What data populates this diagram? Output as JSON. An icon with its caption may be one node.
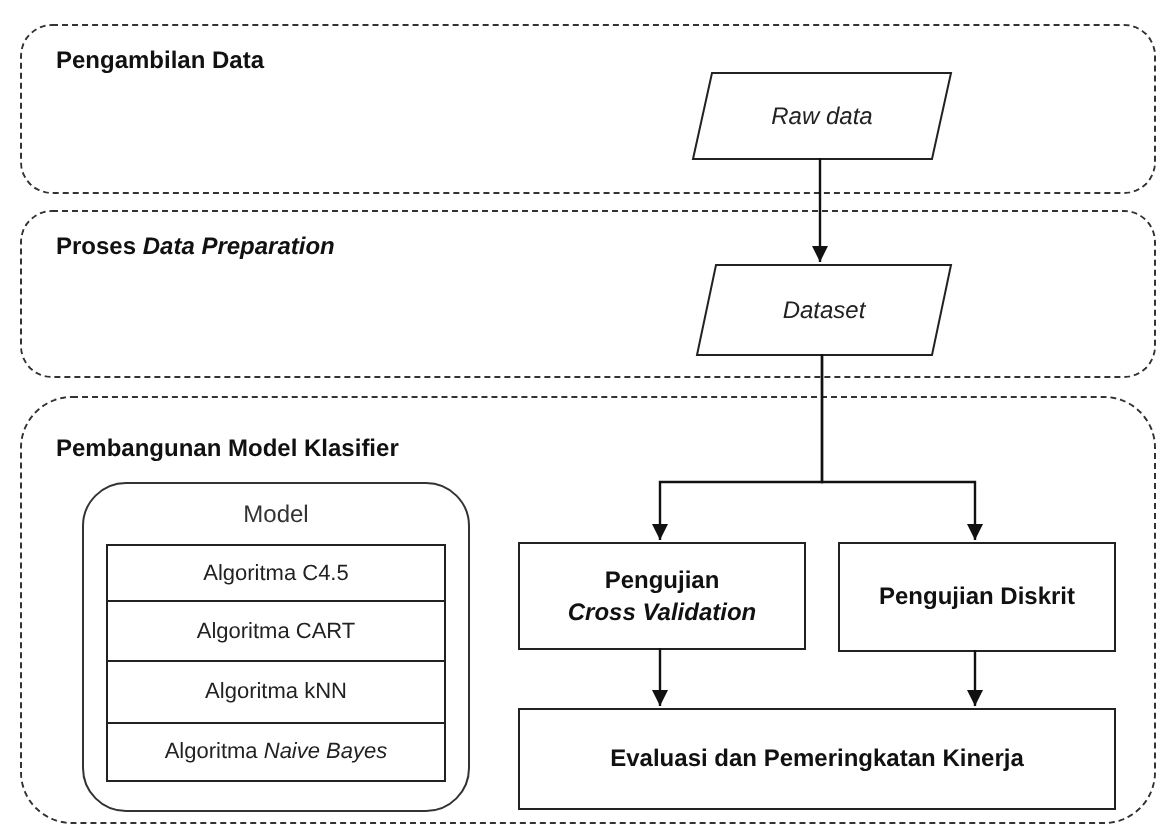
{
  "diagram": {
    "nodes": [
      {
        "text": [
          "Pengambilan Data"
        ]
      },
      {
        "text": [
          "Raw data"
        ],
        "in": 0
      },
      {
        "text": [
          "Proses *Data Preparation*"
        ]
      },
      {
        "text": [
          "Dataset"
        ],
        "in": 2
      },
      {
        "text": [
          "Pembangunan Model Klasifier"
        ]
      },
      {
        "text": [
          "Model"
        ],
        "in": 4
      },
      {
        "text": [
          "Algoritma C4.5"
        ],
        "in": 5
      },
      {
        "text": [
          "Algoritma CART"
        ],
        "in": 5
      },
      {
        "text": [
          "Algoritma kNN"
        ],
        "in": 5
      },
      {
        "text": [
          "Algoritma *Naive Bayes*"
        ],
        "in": 5
      },
      {
        "text": [
          "Pengujian *Cross Validation*"
        ],
        "in": 4
      },
      {
        "text": [
          "Pengujian Diskrit"
        ],
        "in": 4
      },
      {
        "text": [
          "Evaluasi dan Pemeringkatan Kinerja"
        ],
        "in": 4
      }
    ],
    "edges": [
      {
        "from": 1,
        "to": 3,
        "arrow": "to"
      },
      {
        "from": 3,
        "to": 10,
        "arrow": "to"
      },
      {
        "from": 3,
        "to": 11,
        "arrow": "to"
      },
      {
        "from": 10,
        "to": 12,
        "arrow": "to"
      },
      {
        "from": 11,
        "to": 12,
        "arrow": "to"
      }
    ]
  }
}
